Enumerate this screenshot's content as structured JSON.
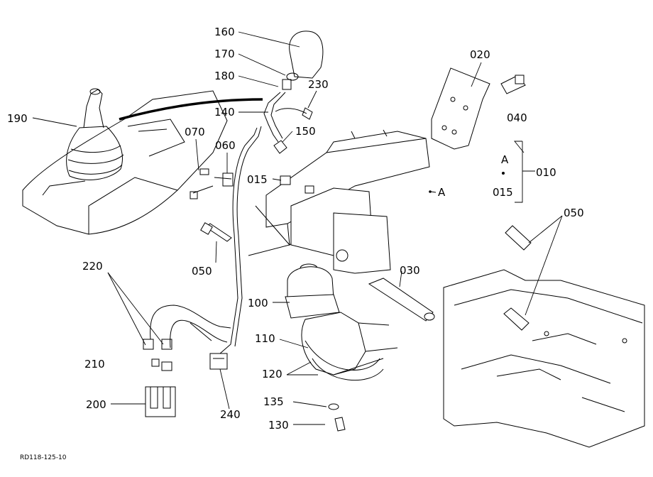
{
  "figure_code": "RD118-125-10",
  "callouts": [
    {
      "id": "c160",
      "label": "160"
    },
    {
      "id": "c170",
      "label": "170"
    },
    {
      "id": "c180",
      "label": "180"
    },
    {
      "id": "c230",
      "label": "230"
    },
    {
      "id": "c140",
      "label": "140"
    },
    {
      "id": "c150",
      "label": "150"
    },
    {
      "id": "c190",
      "label": "190"
    },
    {
      "id": "c070",
      "label": "070"
    },
    {
      "id": "c060",
      "label": "060"
    },
    {
      "id": "c015a",
      "label": "015"
    },
    {
      "id": "cA1",
      "label": "A"
    },
    {
      "id": "c020",
      "label": "020"
    },
    {
      "id": "c040",
      "label": "040"
    },
    {
      "id": "cA2",
      "label": "A"
    },
    {
      "id": "c010",
      "label": "010"
    },
    {
      "id": "c015b",
      "label": "015"
    },
    {
      "id": "c050a",
      "label": "050"
    },
    {
      "id": "c050b",
      "label": "050"
    },
    {
      "id": "c220",
      "label": "220"
    },
    {
      "id": "c030",
      "label": "030"
    },
    {
      "id": "c100",
      "label": "100"
    },
    {
      "id": "c110",
      "label": "110"
    },
    {
      "id": "c210",
      "label": "210"
    },
    {
      "id": "c120",
      "label": "120"
    },
    {
      "id": "c200",
      "label": "200"
    },
    {
      "id": "c240",
      "label": "240"
    },
    {
      "id": "c135",
      "label": "135"
    },
    {
      "id": "c130",
      "label": "130"
    }
  ]
}
